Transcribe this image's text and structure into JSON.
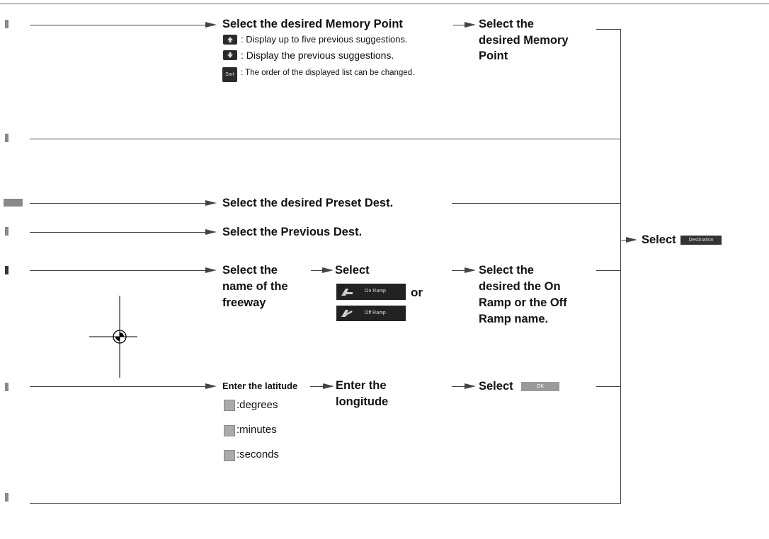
{
  "memory": {
    "title": "Select the desired  Memory Point",
    "up_desc": ": Display up to five previous suggestions.",
    "down_desc": ": Display the previous suggestions.",
    "sort_label": "Sort",
    "sort_desc": ": The order of the displayed list can be changed.",
    "next_line1": "Select the",
    "next_line2": "desired Memory",
    "next_line3": "Point"
  },
  "preset": {
    "title": "Select the desired Preset Dest."
  },
  "previous": {
    "title": "Select the Previous Dest."
  },
  "freeway": {
    "title_line1": "Select the",
    "title_line2": "name of the",
    "title_line3": "freeway",
    "select_label": "Select",
    "on_ramp_label": "On Ramp",
    "off_ramp_label": "Off Ramp",
    "or_label": "or",
    "final_line1": "Select the",
    "final_line2": "desired the On",
    "final_line3": "Ramp or the Off",
    "final_line4": "Ramp name."
  },
  "coords": {
    "lat_label": "Enter the latitude",
    "lon_line1": "Enter the",
    "lon_line2": "longitude",
    "select_label": "Select",
    "ok_label": "OK",
    "degrees": ":degrees",
    "minutes": ":minutes",
    "seconds": ":seconds"
  },
  "final": {
    "select_label": "Select",
    "destination_label": "Destination"
  }
}
